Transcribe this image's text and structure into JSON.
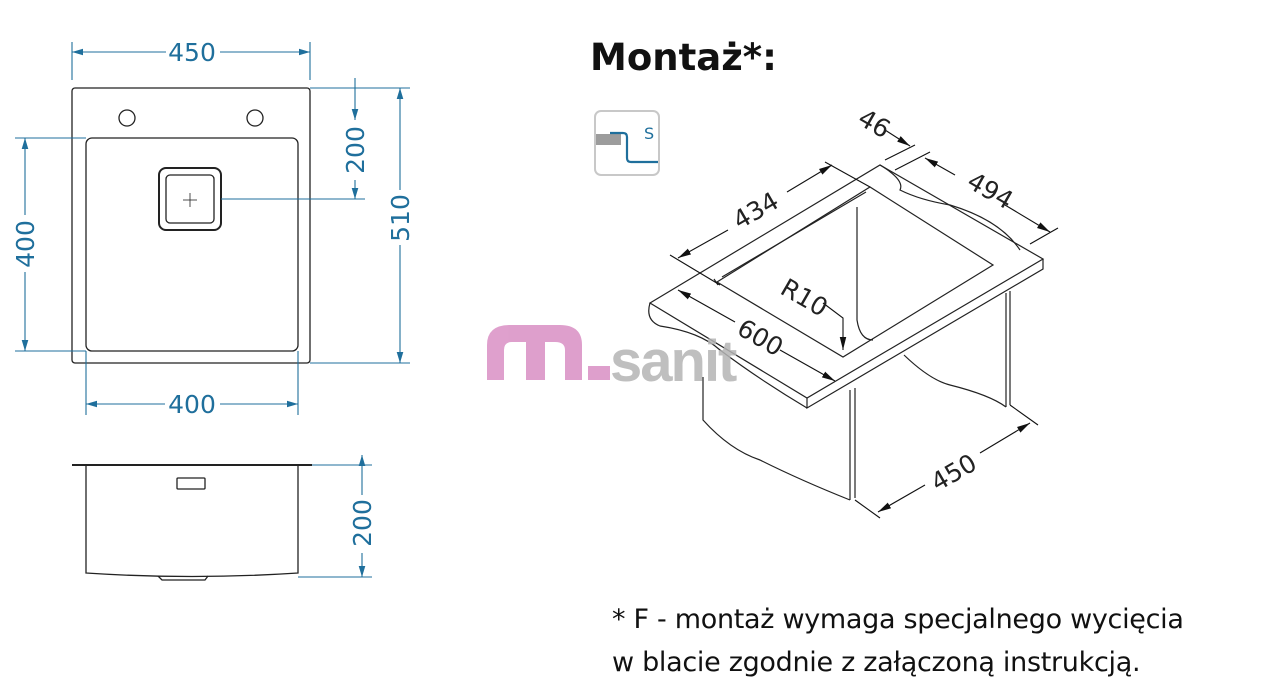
{
  "title": "Montaż*:",
  "top_view": {
    "width": "450",
    "height": "510",
    "drain_offset": "200",
    "bowl_height": "400",
    "bowl_width": "400"
  },
  "side_view": {
    "depth": "200"
  },
  "installation_icon": {
    "icon": "flush-mount-icon",
    "label": "S"
  },
  "isometric": {
    "d46": "46",
    "d494": "494",
    "d434": "434",
    "r10": "R10",
    "d600": "600",
    "d450": "450"
  },
  "watermark": "msanit",
  "note": {
    "line1": "* F - montaż wymaga specjalnego wycięcia",
    "line2": "w blacie zgodnie z załączoną instrukcją."
  },
  "colors": {
    "dimension": "#1f6f9c",
    "watermark_pink": "#d98fc4",
    "watermark_gray": "#b5b5b5"
  }
}
